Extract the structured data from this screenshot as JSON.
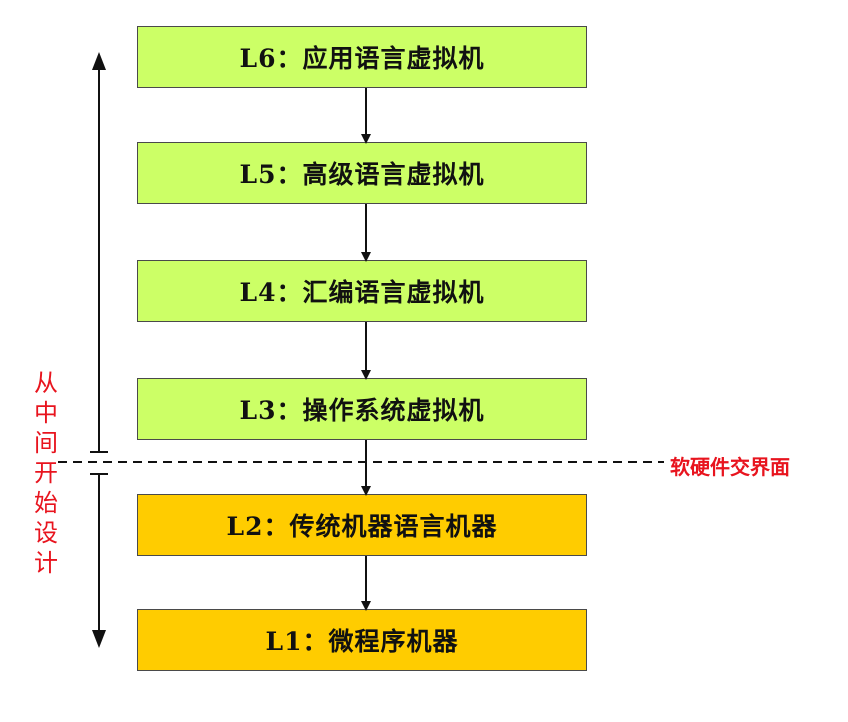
{
  "levels": {
    "l6": "L6：应用语言虚拟机",
    "l5": "L5：高级语言虚拟机",
    "l4": "L4：汇编语言虚拟机",
    "l3": "L3：操作系统虚拟机",
    "l2": "L2：传统机器语言机器",
    "l1": "L1：微程序机器"
  },
  "interface_label": "软硬件交界面",
  "design_note": "从中间开始设计",
  "colors": {
    "software_fill": "#ccff66",
    "hardware_fill": "#ffcc00",
    "annotation": "#e8141e",
    "line": "#111111"
  }
}
